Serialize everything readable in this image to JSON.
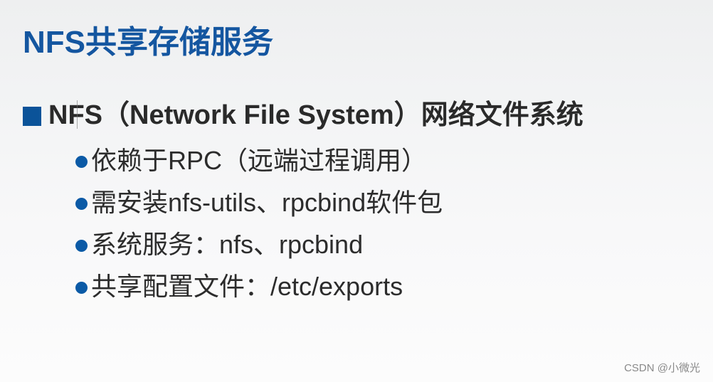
{
  "slide": {
    "title": "NFS共享存储服务",
    "colors": {
      "title": "#1456a0",
      "bullet": "#0b5399",
      "text": "#2c2c2c",
      "background": "#f5f5f6"
    },
    "heading": {
      "bullet_icon": "square-bullet",
      "text": "NFS（Network File System）网络文件系统"
    },
    "items": [
      {
        "bullet_icon": "dot-bullet",
        "text": "依赖于RPC（远端过程调用）"
      },
      {
        "bullet_icon": "dot-bullet",
        "text": "需安装nfs-utils、rpcbind软件包"
      },
      {
        "bullet_icon": "dot-bullet",
        "text": "系统服务：nfs、rpcbind"
      },
      {
        "bullet_icon": "dot-bullet",
        "text": "共享配置文件：/etc/exports"
      }
    ]
  },
  "watermark": "CSDN @小微光"
}
